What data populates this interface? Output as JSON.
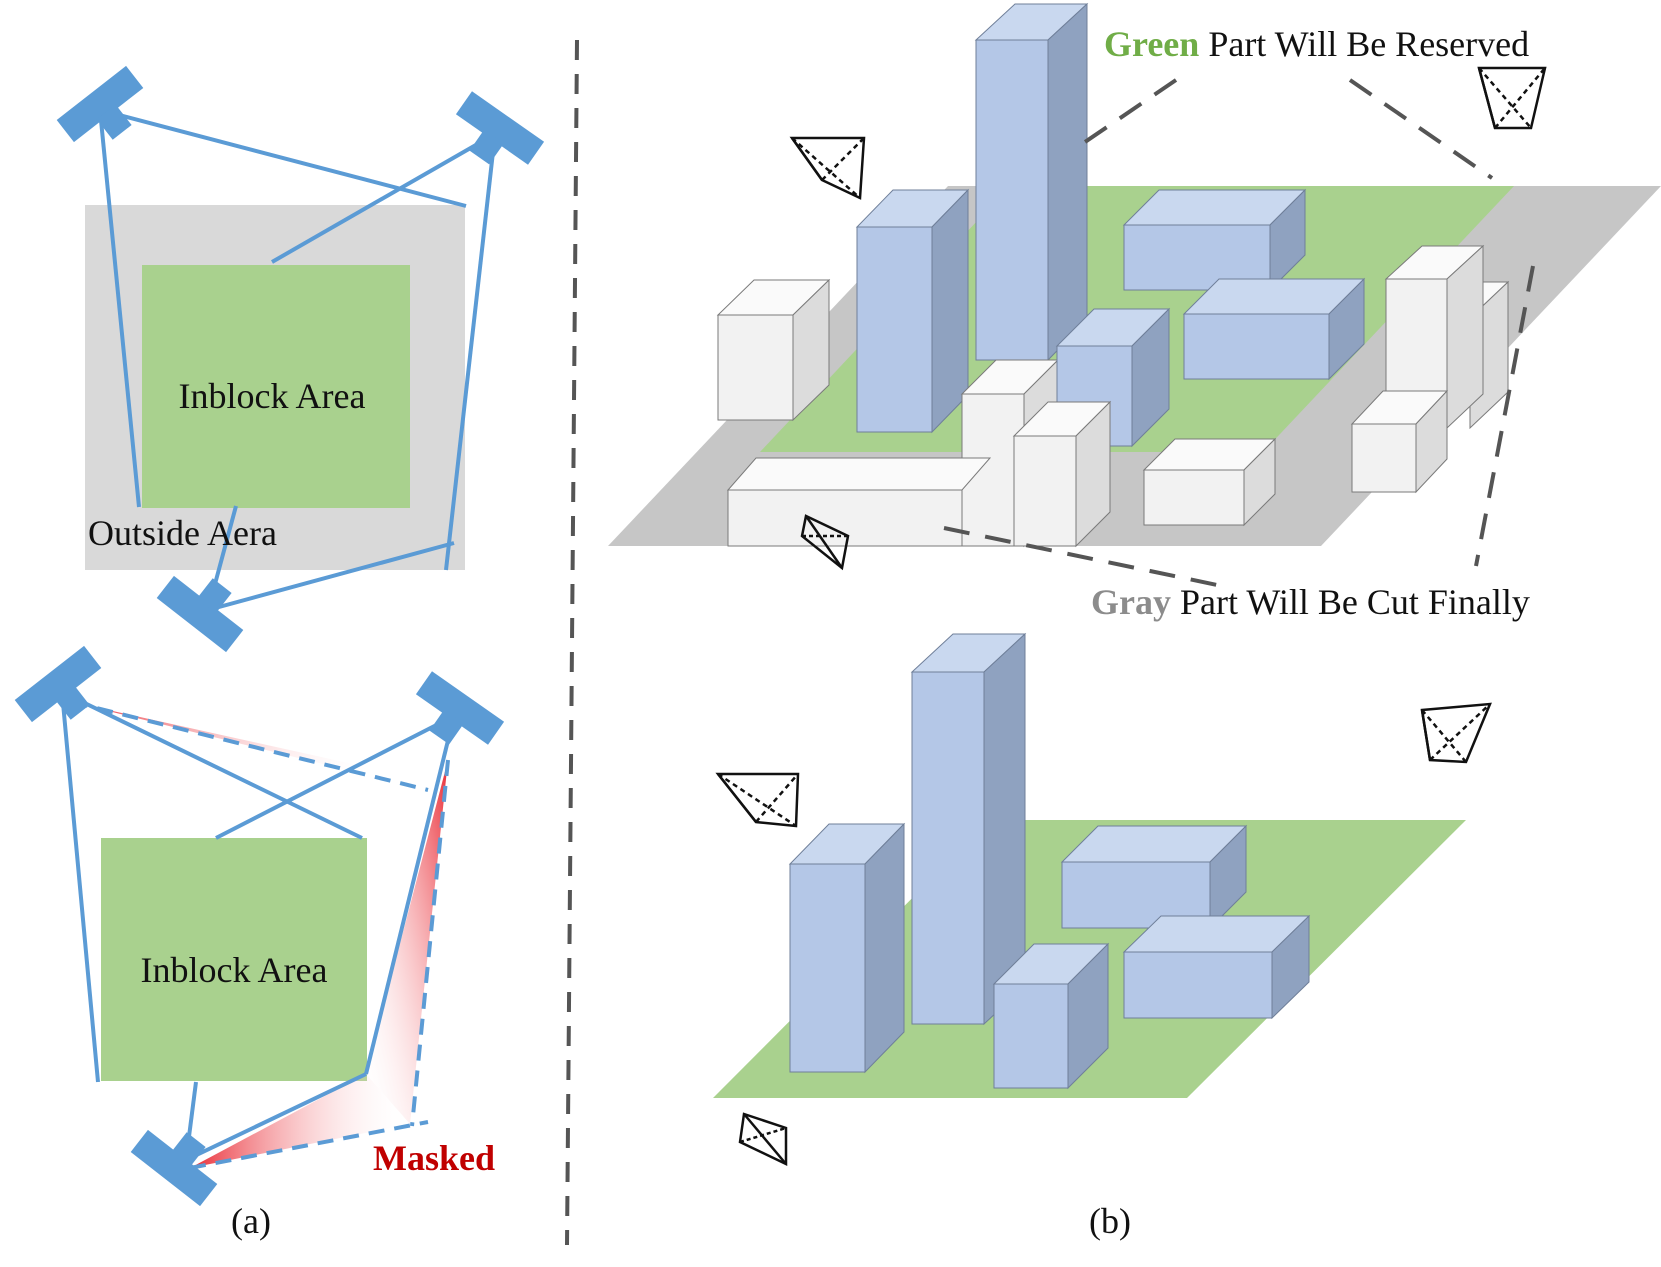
{
  "panel_a": {
    "top": {
      "inner_label": "Inblock Area",
      "outer_label": "Outside Aera"
    },
    "bottom": {
      "inner_label": "Inblock Area",
      "masked_label": "Masked"
    },
    "caption": "(a)"
  },
  "panel_b": {
    "reserved_note": {
      "highlight": "Green",
      "rest": " Part Will Be Reserved"
    },
    "cut_note": {
      "highlight": "Gray",
      "rest": " Part Will Be Cut Finally"
    },
    "caption": "(b)"
  },
  "colors": {
    "camera_blue": "#5b9bd5",
    "inblock_green": "#a9d18e",
    "outside_gray": "#d9d9d9",
    "ground_gray": "#c6c6c6",
    "building_blue_front": "#b4c7e7",
    "building_blue_top": "#c9d8ef",
    "building_blue_side": "#8fa2c0",
    "building_white_front": "#f2f2f2",
    "building_white_top": "#fafafa",
    "building_white_side": "#dcdcdc",
    "masked_red": "#c00000",
    "green_text": "#70ad47",
    "gray_text": "#8c8c8c"
  }
}
